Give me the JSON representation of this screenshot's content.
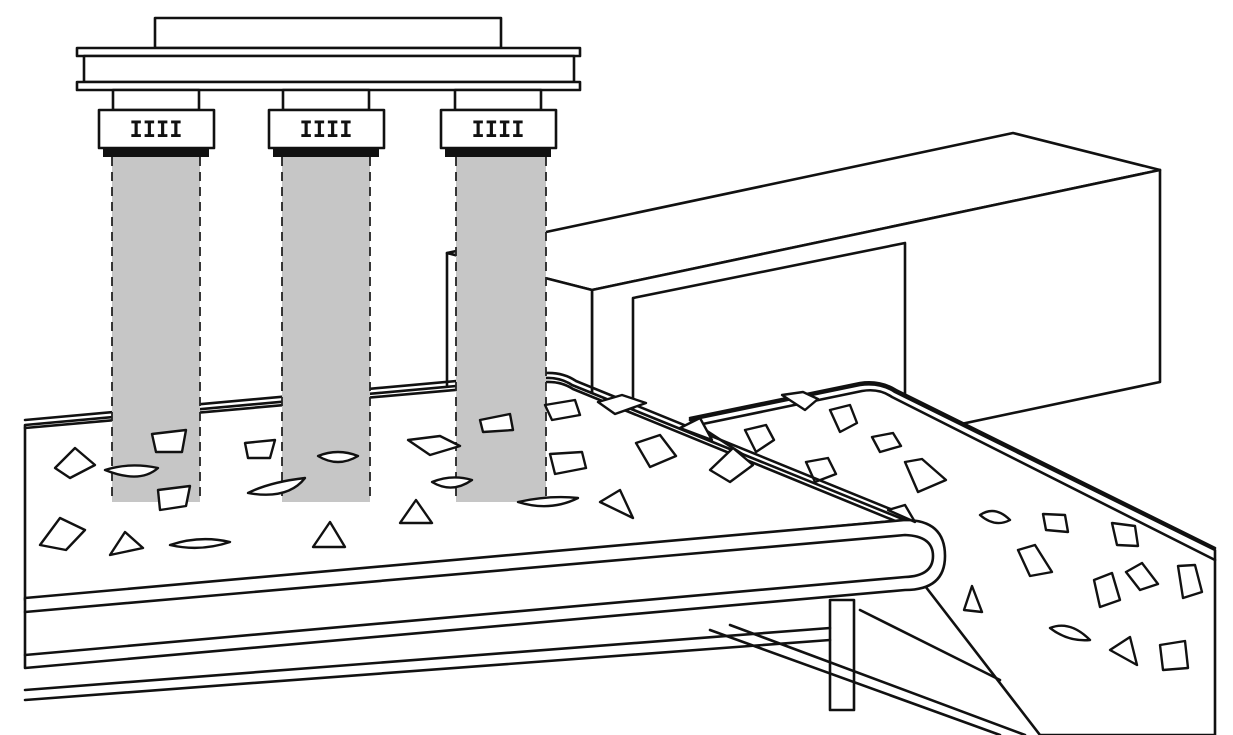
{
  "figure": {
    "colors": {
      "line": "#111111",
      "beam_fill": "#c6c6c6",
      "background": "#ffffff",
      "lens_ring": "#111111"
    },
    "sensors": [
      {
        "icon": "sensor-head-icon",
        "marking": "IIII"
      },
      {
        "icon": "sensor-head-icon",
        "marking": "IIII"
      },
      {
        "icon": "sensor-head-icon",
        "marking": "IIII"
      }
    ]
  }
}
